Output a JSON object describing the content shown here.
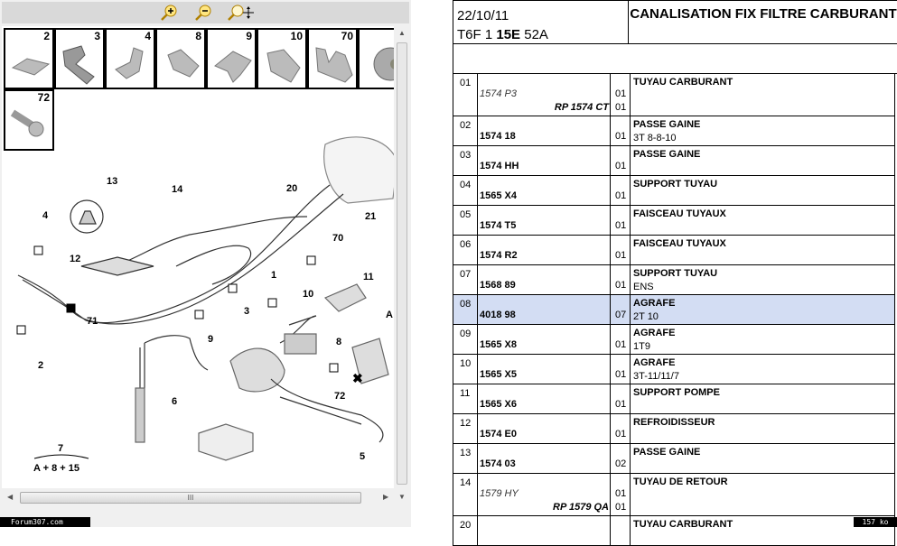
{
  "viewer": {
    "toolbar": [
      {
        "icon": "zoom-in-icon"
      },
      {
        "icon": "zoom-out-icon"
      },
      {
        "icon": "zoom-pan-icon"
      }
    ],
    "thumbnails": [
      "2",
      "3",
      "4",
      "8",
      "9",
      "10",
      "70",
      "",
      "72"
    ],
    "callouts": {
      "c13": "13",
      "c14": "14",
      "c20": "20",
      "c21": "21",
      "c4": "4",
      "c70": "70",
      "c12": "12",
      "c1": "1",
      "c11": "11",
      "c10": "10",
      "c3": "3",
      "c71": "71",
      "cA": "A",
      "c9": "9",
      "c8": "8",
      "c2": "2",
      "c72": "72",
      "c6": "6",
      "c7": "7",
      "c7f": "A + 8 + 15",
      "c5": "5"
    },
    "scroll_grip": "III"
  },
  "footer": {
    "site": "Forum307.com",
    "size": "157 ko"
  },
  "header": {
    "date": "22/10/11",
    "code_a": "T6F 1 ",
    "code_b": "15E",
    "code_c": " 52A",
    "title": "CANALISATION FIX FILTRE CARBURANT"
  },
  "parts": [
    {
      "num": "01",
      "lines": [
        {
          "ref": "1574 P3",
          "style": "i",
          "qty": "01"
        },
        {
          "ref": "RP 1574 CT",
          "style": "rp",
          "qty": "01"
        }
      ],
      "desc": "TUYAU CARBURANT",
      "sub": ""
    },
    {
      "num": "02",
      "lines": [
        {
          "ref": "1574 18",
          "style": "b",
          "qty": "01"
        }
      ],
      "desc": "PASSE GAINE",
      "sub": "3T 8-8-10"
    },
    {
      "num": "03",
      "lines": [
        {
          "ref": "1574 HH",
          "style": "b",
          "qty": "01"
        }
      ],
      "desc": "PASSE GAINE",
      "sub": ""
    },
    {
      "num": "04",
      "lines": [
        {
          "ref": "1565 X4",
          "style": "b",
          "qty": "01"
        }
      ],
      "desc": "SUPPORT TUYAU",
      "sub": ""
    },
    {
      "num": "05",
      "lines": [
        {
          "ref": "1574 T5",
          "style": "b",
          "qty": "01"
        }
      ],
      "desc": "FAISCEAU TUYAUX",
      "sub": ""
    },
    {
      "num": "06",
      "lines": [
        {
          "ref": "1574 R2",
          "style": "b",
          "qty": "01"
        }
      ],
      "desc": "FAISCEAU TUYAUX",
      "sub": ""
    },
    {
      "num": "07",
      "lines": [
        {
          "ref": "1568 89",
          "style": "b",
          "qty": "01"
        }
      ],
      "desc": "SUPPORT TUYAU",
      "sub": "ENS"
    },
    {
      "num": "08",
      "lines": [
        {
          "ref": "4018 98",
          "style": "b",
          "qty": "07"
        }
      ],
      "desc": "AGRAFE",
      "sub": "2T 10",
      "selected": true
    },
    {
      "num": "09",
      "lines": [
        {
          "ref": "1565 X8",
          "style": "b",
          "qty": "01"
        }
      ],
      "desc": "AGRAFE",
      "sub": "1T9"
    },
    {
      "num": "10",
      "lines": [
        {
          "ref": "1565 X5",
          "style": "b",
          "qty": "01"
        }
      ],
      "desc": "AGRAFE",
      "sub": "3T-11/11/7"
    },
    {
      "num": "11",
      "lines": [
        {
          "ref": "1565 X6",
          "style": "b",
          "qty": "01"
        }
      ],
      "desc": "SUPPORT POMPE",
      "sub": ""
    },
    {
      "num": "12",
      "lines": [
        {
          "ref": "1574 E0",
          "style": "b",
          "qty": "01"
        }
      ],
      "desc": "REFROIDISSEUR",
      "sub": ""
    },
    {
      "num": "13",
      "lines": [
        {
          "ref": "1574 03",
          "style": "b",
          "qty": "02"
        }
      ],
      "desc": "PASSE GAINE",
      "sub": ""
    },
    {
      "num": "14",
      "lines": [
        {
          "ref": "1579 HY",
          "style": "i",
          "qty": "01"
        },
        {
          "ref": "RP 1579 QA",
          "style": "rp",
          "qty": "01"
        }
      ],
      "desc": "TUYAU DE RETOUR",
      "sub": ""
    },
    {
      "num": "20",
      "lines": [],
      "desc": "TUYAU CARBURANT",
      "sub": ""
    }
  ]
}
